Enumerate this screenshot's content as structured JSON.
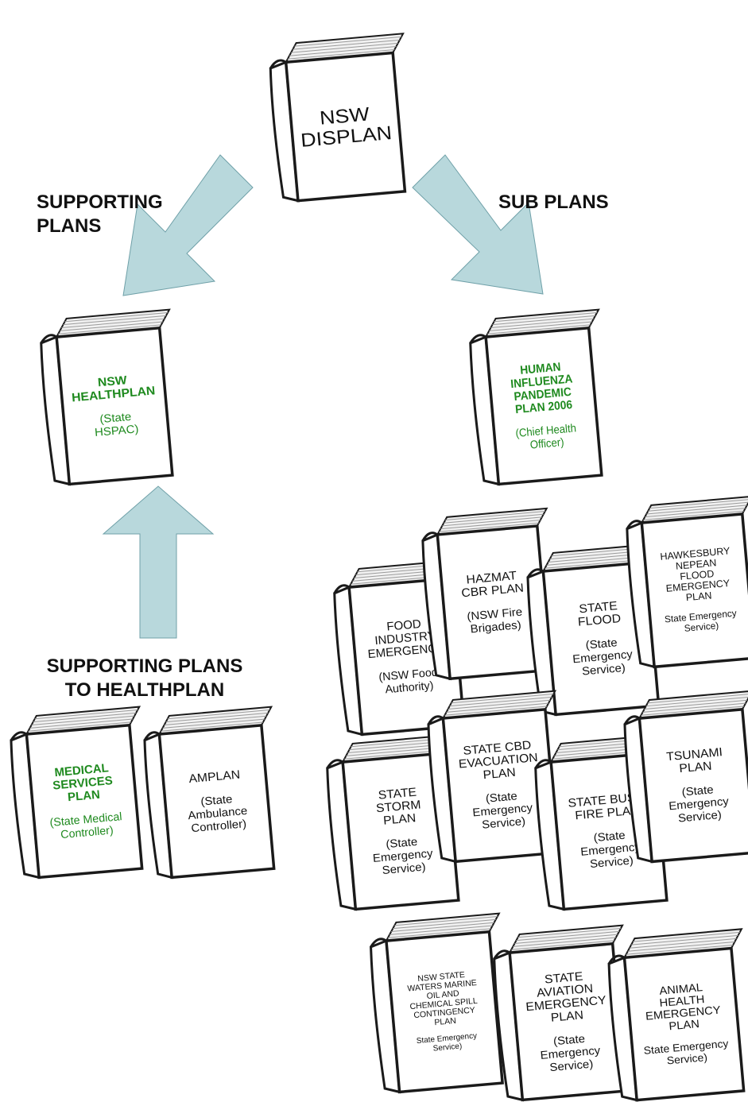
{
  "colors": {
    "arrow_fill": "#b8d8dc",
    "arrow_stroke": "#6fa0a8",
    "book_outline": "#1a1a1a",
    "green_text": "#1f8a1f",
    "black_text": "#111111"
  },
  "headings": {
    "supporting_plans": [
      "SUPPORTING",
      "PLANS"
    ],
    "sub_plans": "SUB PLANS",
    "supporting_to_healthplan": [
      "SUPPORTING PLANS",
      "TO HEALTHPLAN"
    ]
  },
  "books": {
    "displan": {
      "title": [
        "NSW",
        "DISPLAN"
      ],
      "agency": [],
      "color": "black",
      "icon": "book-icon"
    },
    "healthplan": {
      "title": [
        "NSW",
        "HEALTHPLAN"
      ],
      "agency": [
        "(State",
        "HSPAC)"
      ],
      "color": "green",
      "icon": "book-icon"
    },
    "influenza": {
      "title": [
        "HUMAN",
        "INFLUENZA",
        "PANDEMIC",
        "PLAN 2006"
      ],
      "agency": [
        "(Chief Health",
        "Officer)"
      ],
      "color": "green",
      "icon": "book-icon"
    },
    "medical": {
      "title": [
        "MEDICAL",
        "SERVICES",
        "PLAN"
      ],
      "agency": [
        "(State Medical",
        "Controller)"
      ],
      "color": "green",
      "icon": "book-icon"
    },
    "amplan": {
      "title": [
        "AMPLAN"
      ],
      "agency": [
        "(State",
        "Ambulance",
        "Controller)"
      ],
      "color": "black",
      "icon": "book-icon"
    },
    "food": {
      "title": [
        "FOOD",
        "INDUSTRY",
        "EMERGENCY"
      ],
      "agency": [
        "(NSW Food",
        "Authority)"
      ],
      "color": "black",
      "icon": "book-icon"
    },
    "hazmat": {
      "title": [
        "HAZMAT",
        "CBR PLAN"
      ],
      "agency": [
        "(NSW Fire",
        "Brigades)"
      ],
      "color": "black",
      "icon": "book-icon"
    },
    "flood": {
      "title": [
        "STATE",
        "FLOOD"
      ],
      "agency": [
        "(State",
        "Emergency",
        "Service)"
      ],
      "color": "black",
      "icon": "book-icon"
    },
    "hawkesbury": {
      "title": [
        "HAWKESBURY",
        "NEPEAN",
        "FLOOD",
        "EMERGENCY",
        "PLAN"
      ],
      "agency": [
        "State Emergency",
        "Service)"
      ],
      "color": "black",
      "icon": "book-icon"
    },
    "storm": {
      "title": [
        "STATE",
        "STORM",
        "PLAN"
      ],
      "agency": [
        "(State",
        "Emergency",
        "Service)"
      ],
      "color": "black",
      "icon": "book-icon"
    },
    "cbd": {
      "title": [
        "STATE CBD",
        "EVACUATION",
        "PLAN"
      ],
      "agency": [
        "(State",
        "Emergency",
        "Service)"
      ],
      "color": "black",
      "icon": "book-icon"
    },
    "bushfire": {
      "title": [
        "STATE BUSH",
        "FIRE PLAN"
      ],
      "agency": [
        "(State",
        "Emergency",
        "Service)"
      ],
      "color": "black",
      "icon": "book-icon"
    },
    "tsunami": {
      "title": [
        "TSUNAMI",
        "PLAN"
      ],
      "agency": [
        "(State",
        "Emergency",
        "Service)"
      ],
      "color": "black",
      "icon": "book-icon"
    },
    "marine": {
      "title": [
        "NSW STATE",
        "WATERS MARINE",
        "OIL AND",
        "CHEMICAL SPILL",
        "CONTINGENCY",
        "PLAN"
      ],
      "agency": [
        "State Emergency",
        "Service)"
      ],
      "color": "black",
      "icon": "book-icon"
    },
    "aviation": {
      "title": [
        "STATE",
        "AVIATION",
        "EMERGENCY",
        "PLAN"
      ],
      "agency": [
        "(State",
        "Emergency",
        "Service)"
      ],
      "color": "black",
      "icon": "book-icon"
    },
    "animal": {
      "title": [
        "ANIMAL",
        "HEALTH",
        "EMERGENCY",
        "PLAN"
      ],
      "agency": [
        "State Emergency",
        "Service)"
      ],
      "color": "black",
      "icon": "book-icon"
    }
  }
}
